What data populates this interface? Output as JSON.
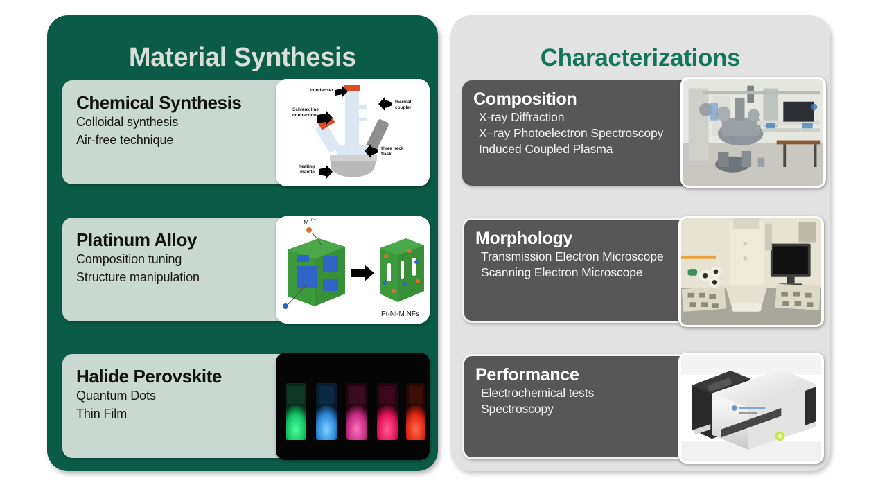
{
  "colors": {
    "left_panel_bg": "#0b5c47",
    "right_panel_bg": "#e2e2e2",
    "left_card_bg": "#c9d8d1",
    "right_card_bg": "#575757",
    "left_title_text": "#d9ded9",
    "right_title_text": "#12765a",
    "page_bg": "#ffffff"
  },
  "left_panel": {
    "title": "Material Synthesis",
    "cards": [
      {
        "title": "Chemical Synthesis",
        "items": [
          "Colloidal synthesis",
          "Air-free technique"
        ],
        "figure": {
          "kind": "schematic",
          "name": "three-neck-flask-schlenk-setup",
          "labels": [
            "condenser",
            "Schlenk line connection",
            "thermal coupler",
            "three neck flask",
            "heating mantle"
          ]
        }
      },
      {
        "title": "Platinum Alloy",
        "items": [
          "Composition tuning",
          "Structure manipulation"
        ],
        "figure": {
          "kind": "schematic",
          "name": "nanoframe-etching-schematic",
          "labels": [
            "Mⁿ⁺",
            "Pt-Ni-M NFs"
          ]
        }
      },
      {
        "title": "Halide Perovskite",
        "items": [
          "Quantum Dots",
          "Thin Film"
        ],
        "figure": {
          "kind": "photo",
          "name": "luminescent-quantum-dot-vials",
          "vial_colors": [
            "#2ef08a",
            "#3aa8f0",
            "#e0379a",
            "#f0276c",
            "#f03a2a"
          ]
        }
      }
    ]
  },
  "right_panel": {
    "title": "Characterizations",
    "cards": [
      {
        "title": "Composition",
        "items": [
          "X-ray Diffraction",
          "X–ray Photoelectron Spectroscopy",
          "Induced Coupled Plasma"
        ],
        "outlined": false,
        "figure": {
          "kind": "photo",
          "name": "xps-vacuum-chamber-instrument-photo"
        }
      },
      {
        "title": "Morphology",
        "items": [
          "Transmission Electron Microscope",
          "Scanning Electron Microscope"
        ],
        "outlined": true,
        "figure": {
          "kind": "photo",
          "name": "electron-microscope-photo"
        }
      },
      {
        "title": "Performance",
        "items": [
          "Electrochemical tests",
          "Spectroscopy"
        ],
        "outlined": true,
        "figure": {
          "kind": "photo",
          "name": "benchtop-spectrophotometer-photo"
        }
      }
    ]
  }
}
